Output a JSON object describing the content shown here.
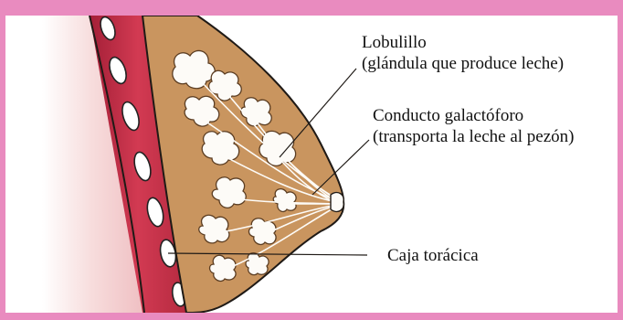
{
  "labels": {
    "lobule_line1": "Lobulillo",
    "lobule_line2": "(glándula que produce leche)",
    "duct_line1": "Conducto galactóforo",
    "duct_line2": "(transporta la leche al pezón)",
    "ribcage": "Caja torácica"
  },
  "colors": {
    "frame": "#e98bbf",
    "breast_tissue": "#c9955f",
    "lobule_fill": "#fdfbf7",
    "muscle": "#b8283e",
    "skin_shade": "#f1c9c9"
  }
}
